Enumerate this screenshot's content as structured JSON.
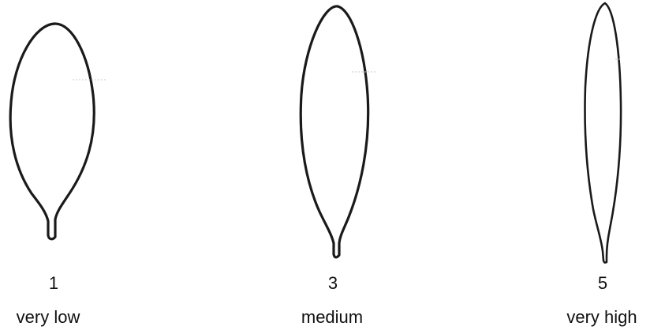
{
  "scale": {
    "items": [
      {
        "code": "1",
        "label": "very low"
      },
      {
        "code": "3",
        "label": "medium"
      },
      {
        "code": "5",
        "label": "very high"
      }
    ]
  },
  "colors": {
    "outline": "#1a1a1a",
    "text": "#111111",
    "background": "#ffffff"
  }
}
